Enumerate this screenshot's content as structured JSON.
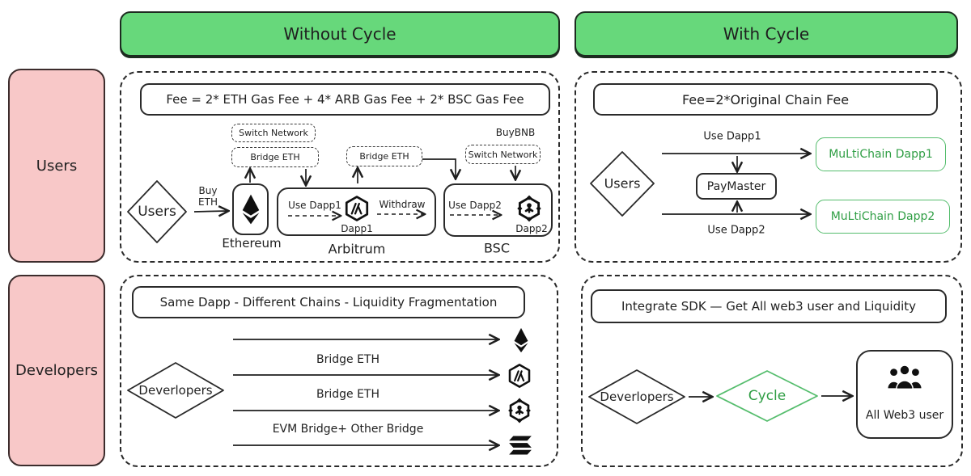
{
  "colors": {
    "header_green": "#67d87b",
    "sidebar_pink": "#f8c8c8",
    "accent_green_text": "#2f9e44",
    "accent_green_border": "#55bd6d",
    "ink": "#1f1f1f"
  },
  "headers": {
    "without_cycle": "Without Cycle",
    "with_cycle": "With Cycle"
  },
  "rows": {
    "users": "Users",
    "developers": "Developers"
  },
  "users_without": {
    "fee_formula": "Fee = 2* ETH Gas Fee + 4* ARB Gas Fee + 2* BSC Gas Fee",
    "switch_network_eth": "Switch Network",
    "bridge_eth_1": "Bridge ETH",
    "bridge_eth_2": "Bridge ETH",
    "buy_bnb": "BuyBNB",
    "switch_network_bsc": "Switch Network",
    "users_node": "Users",
    "buy_eth": "Buy\nETH",
    "ethereum_label": "Ethereum",
    "use_dapp1": "Use Dapp1",
    "dapp1": "Dapp1",
    "withdraw": "Withdraw",
    "arbitrum_label": "Arbitrum",
    "use_dapp2": "Use Dapp2",
    "dapp2": "Dapp2",
    "bsc_label": "BSC"
  },
  "users_with": {
    "fee_formula": "Fee=2*Original Chain Fee",
    "users_node": "Users",
    "use_dapp1": "Use Dapp1",
    "use_dapp2": "Use Dapp2",
    "paymaster": "PayMaster",
    "multichain_dapp1": "MuLtiChain Dapp1",
    "multichain_dapp2": "MuLtiChain Dapp2"
  },
  "developers_without": {
    "title": "Same Dapp - Different Chains - Liquidity Fragmentation",
    "developers_node": "Deverlopers",
    "bridge_eth_arb": "Bridge ETH",
    "bridge_eth_bsc": "Bridge ETH",
    "evm_bridge": "EVM Bridge+ Other Bridge"
  },
  "developers_with": {
    "title": "Integrate SDK — Get All web3 user and Liquidity",
    "developers_node": "Deverlopers",
    "cycle": "Cycle",
    "all_web3_user": "All Web3 user"
  }
}
